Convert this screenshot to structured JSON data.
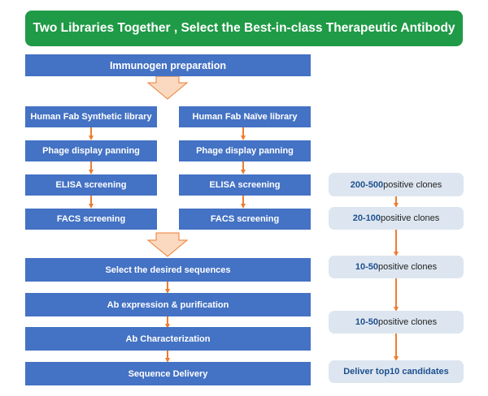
{
  "title": "Two Libraries Together , Select the Best-in-class Therapeutic Antibody",
  "steps": {
    "immunogen": "Immunogen preparation",
    "left": [
      "Human Fab Synthetic library",
      "Phage display panning",
      "ELISA screening",
      "FACS screening"
    ],
    "right": [
      "Human Fab Naïve library",
      "Phage display panning",
      "ELISA screening",
      "FACS screening"
    ],
    "final": [
      "Select the desired sequences",
      "Ab expression & purification",
      "Ab Characterization",
      "Sequence Delivery"
    ]
  },
  "clones": [
    {
      "num": "200-500",
      "text": " positive clones"
    },
    {
      "num": "20-100",
      "text": "positive clones"
    },
    {
      "num": "10-50",
      "text": " positive clones"
    },
    {
      "num": "10-50",
      "text": " positive clones"
    }
  ],
  "deliver": "Deliver top10 candidates",
  "colors": {
    "banner": "#1f9a46",
    "box": "#4472c4",
    "pill": "#dde6f0",
    "arrow": "#ed7d31",
    "big_arrow_fill": "#fbd9c0",
    "number": "#1e4f8f"
  }
}
